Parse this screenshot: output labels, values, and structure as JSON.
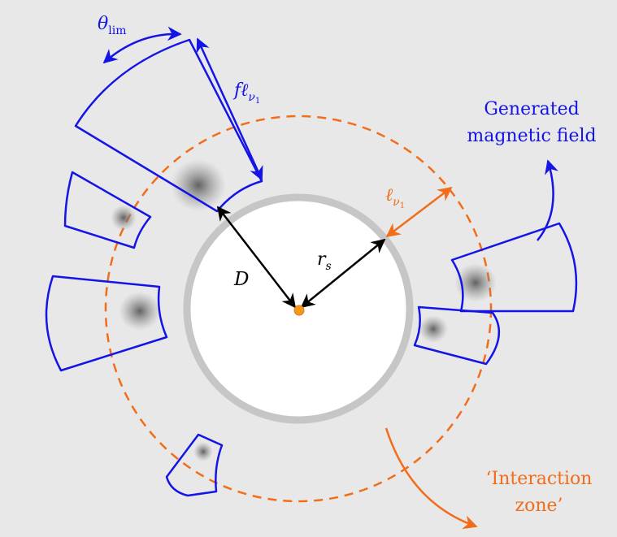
{
  "labels": {
    "theta_main": "θ",
    "theta_sub": "lim",
    "f_main": "fℓ",
    "f_sub": "ν",
    "f_subsub": "1",
    "l_main": "ℓ",
    "l_sub": "ν",
    "l_subsub": "1",
    "generated_line1": "Generated",
    "generated_line2": "magnetic field",
    "r_main": "r",
    "r_sub": "s",
    "d": "D",
    "interaction_line1": "‘Interaction",
    "interaction_line2": "zone’"
  },
  "colors": {
    "background": "#e8e8e8",
    "blue": "#1414e6",
    "orange": "#f26d1a",
    "star_ring": "#c6c6c6",
    "star_fill": "#ffffff",
    "black": "#000000"
  }
}
